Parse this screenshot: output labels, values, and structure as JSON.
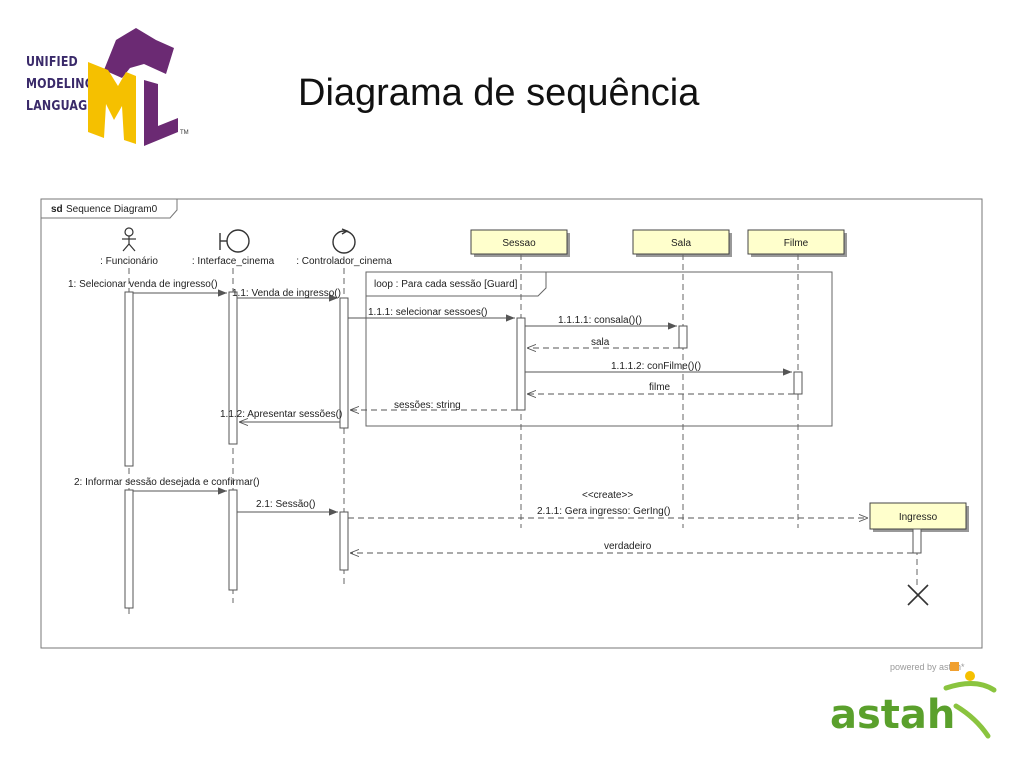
{
  "logo": {
    "line1": "UNIFIED",
    "line2": "MODELING",
    "line3": "LANGUAGE",
    "tm": "TM"
  },
  "slide_title": "Diagrama de sequência",
  "frame": {
    "prefix": "sd",
    "name": "Sequence Diagram0"
  },
  "lifelines": {
    "funcionario": ": Funcionário",
    "interface": ": Interface_cinema",
    "controlador": ": Controlador_cinema",
    "sessao": "Sessao",
    "sala": "Sala",
    "filme": "Filme",
    "ingresso": "Ingresso"
  },
  "loop": {
    "label": "loop : Para cada sessão  [Guard]"
  },
  "messages": {
    "m1": "1: Selecionar venda de ingresso()",
    "m1_1": "1.1: Venda de ingresso()",
    "m1_1_1": "1.1.1: selecionar sessoes()",
    "m1_1_1_1": "1.1.1.1: consala()()",
    "r_sala": "sala",
    "m1_1_1_2": "1.1.1.2: conFilme()()",
    "r_filme": "filme",
    "r_sessoes": "sessões: string",
    "m1_1_2": "1.1.2: Apresentar sessões()",
    "m2": "2: Informar sessão desejada e confirmar()",
    "m2_1": "2.1: Sessão()",
    "stereo": "<<create>>",
    "m2_1_1": "2.1.1: Gera ingresso: GerIng()",
    "r_verdadeiro": "verdadeiro"
  },
  "branding": {
    "powered": "powered by astah*",
    "astah": "astah"
  },
  "colors": {
    "note_fill": "#ffffcc",
    "uml_purple": "#6b2a73",
    "uml_yellow": "#f5c000",
    "astah_green": "#5aa02c"
  }
}
